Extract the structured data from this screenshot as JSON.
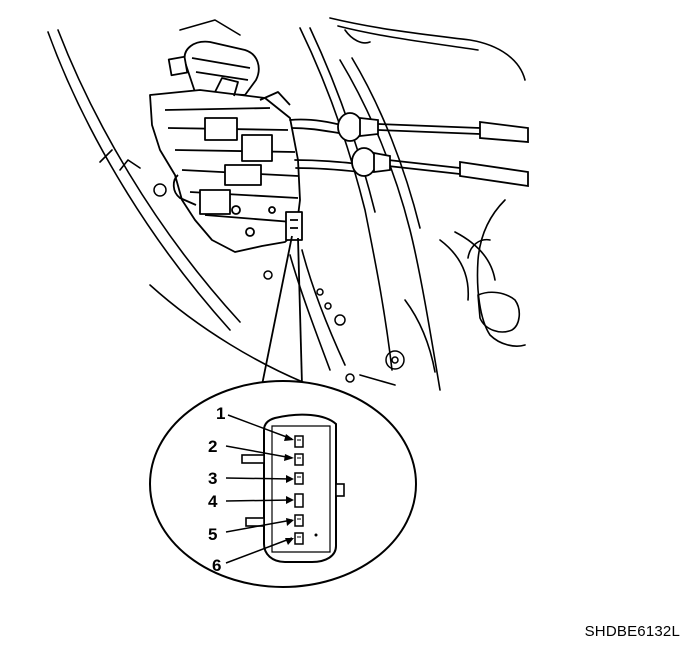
{
  "figure": {
    "code": "SHDBE6132L",
    "pin_labels": [
      "1",
      "2",
      "3",
      "4",
      "5",
      "6"
    ]
  }
}
